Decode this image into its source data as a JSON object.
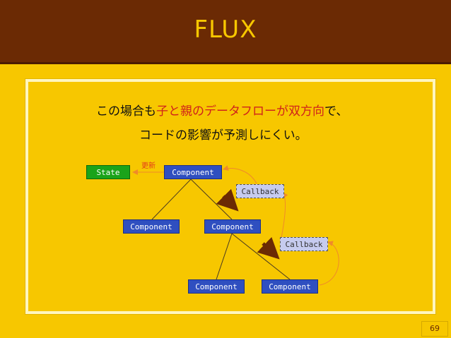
{
  "slide": {
    "title": "FLUX",
    "line1_a": "この場合も",
    "line1_b": "子と親のデータフローが双方向",
    "line1_c": "で、",
    "line2": "コードの影響が予測しにくい。",
    "page_number": "69"
  },
  "diagram": {
    "state_label": "State",
    "update_label": "更新",
    "component_label": "Component",
    "callback_label": "Callback"
  },
  "colors": {
    "background": "#f7c700",
    "header": "#6b2a04",
    "component": "#2f4fc0",
    "state": "#1aa31a",
    "callback": "#c6cbef",
    "arrow": "#6b2a04",
    "flow_line": "#f08a2a",
    "highlight": "#d0221b"
  }
}
